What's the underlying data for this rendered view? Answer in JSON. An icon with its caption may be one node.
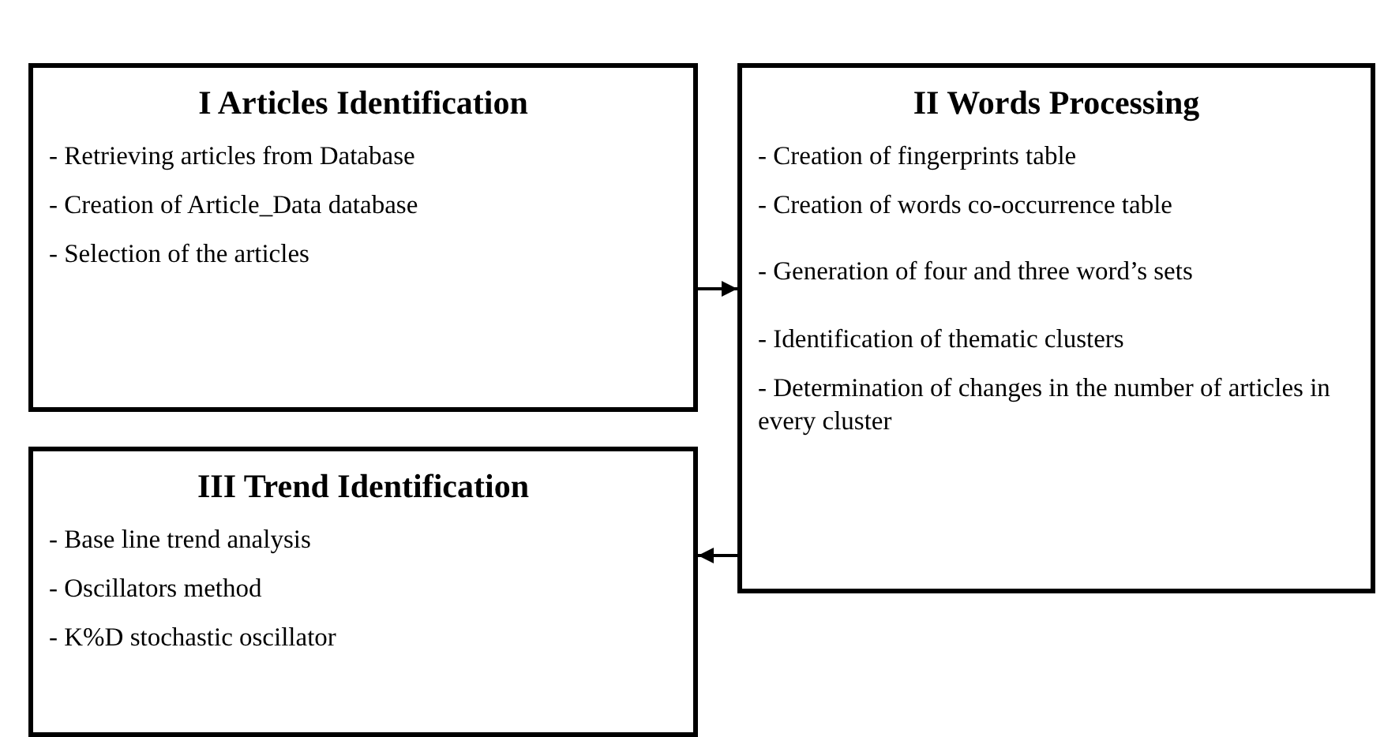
{
  "diagram": {
    "nodes": [
      {
        "text": [
          "I Articles Identification",
          "- Retrieving articles from Database",
          "- Creation of Article_Data database",
          "- Selection  of the articles"
        ]
      },
      {
        "text": [
          "II Words Processing",
          "- Creation of fingerprints table",
          "- Creation of words co-occurrence table",
          "- Generation of four and three word’s sets",
          "- Identification of thematic clusters",
          "- Determination of changes in the number of articles in every cluster"
        ]
      },
      {
        "text": [
          "III Trend Identification",
          "- Base line trend analysis",
          "- Oscillators method",
          "- K%D stochastic oscillator"
        ]
      }
    ],
    "edges": [
      {
        "from": 0,
        "to": 1,
        "arrow": "to"
      },
      {
        "from": 1,
        "to": 2,
        "arrow": "to"
      }
    ]
  }
}
